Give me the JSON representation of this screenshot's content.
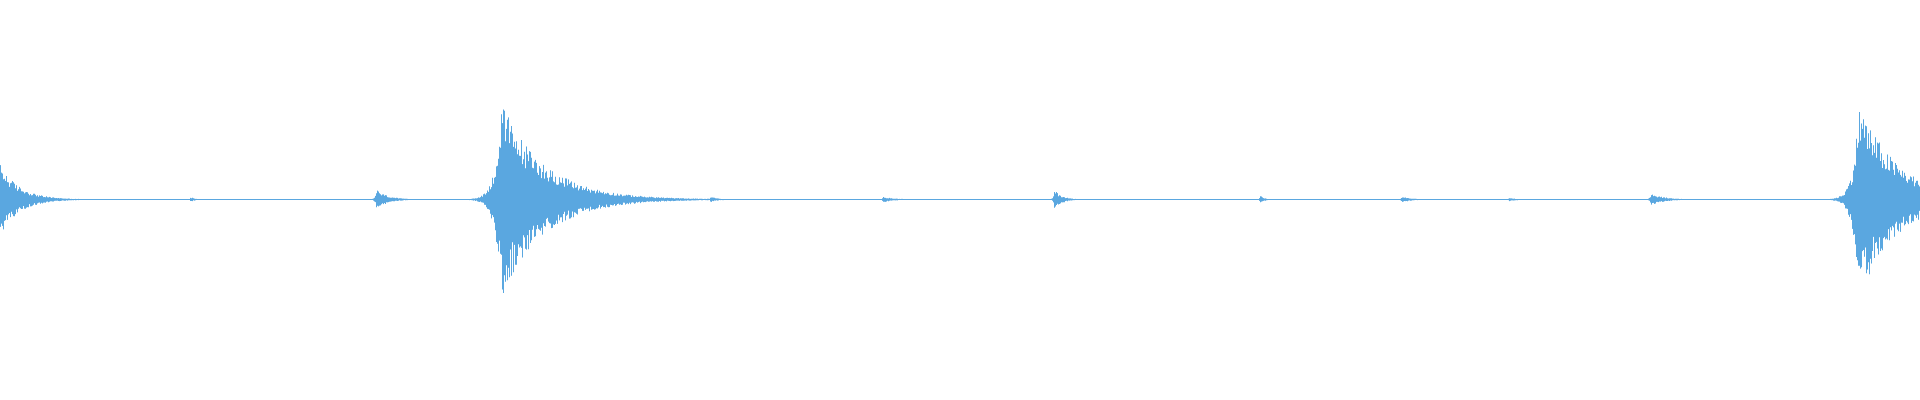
{
  "waveform": {
    "color": "#5aa7e0",
    "baseline_color": "#8ec4ea",
    "events": [
      {
        "position": 0.0,
        "amplitude": 0.36,
        "decay": 0.01
      },
      {
        "position": 0.099,
        "amplitude": 0.03,
        "decay": 0.002
      },
      {
        "position": 0.196,
        "amplitude": 0.1,
        "decay": 0.006
      },
      {
        "position": 0.261,
        "amplitude": 1.0,
        "decay": 0.022
      },
      {
        "position": 0.37,
        "amplitude": 0.03,
        "decay": 0.004
      },
      {
        "position": 0.46,
        "amplitude": 0.03,
        "decay": 0.006
      },
      {
        "position": 0.549,
        "amplitude": 0.1,
        "decay": 0.004
      },
      {
        "position": 0.656,
        "amplitude": 0.05,
        "decay": 0.002
      },
      {
        "position": 0.73,
        "amplitude": 0.03,
        "decay": 0.005
      },
      {
        "position": 0.786,
        "amplitude": 0.02,
        "decay": 0.004
      },
      {
        "position": 0.86,
        "amplitude": 0.06,
        "decay": 0.007
      },
      {
        "position": 0.968,
        "amplitude": 1.0,
        "decay": 0.02
      }
    ]
  }
}
